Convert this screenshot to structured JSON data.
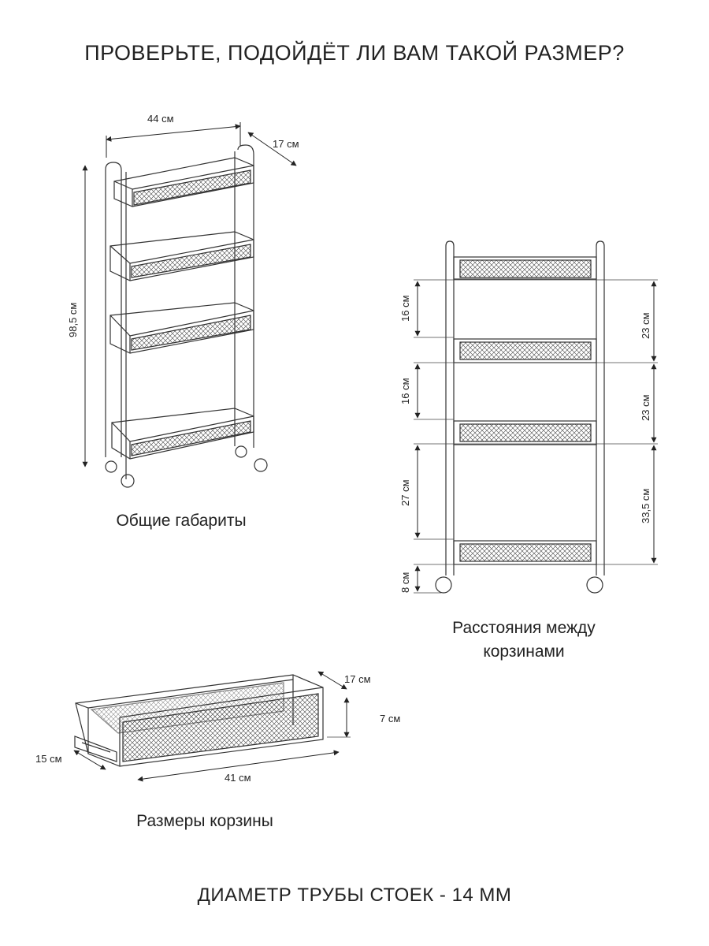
{
  "title": "ПРОВЕРЬТЕ, ПОДОЙДЁТ ЛИ ВАМ ТАКОЙ РАЗМЕР?",
  "overall": {
    "caption": "Общие габариты",
    "width": "44 см",
    "depth": "17 см",
    "height": "98,5 см"
  },
  "spacing": {
    "caption_line1": "Расстояния между",
    "caption_line2": "корзинами",
    "left": [
      "16 см",
      "16 см",
      "27 см",
      "8 см"
    ],
    "right": [
      "23 см",
      "23 см",
      "33,5 см"
    ]
  },
  "basket": {
    "caption": "Размеры корзины",
    "depth": "17 см",
    "height": "7 см",
    "side": "15 см",
    "length": "41 см"
  },
  "footer": "ДИАМЕТР ТРУБЫ СТОЕК - 14 ММ"
}
